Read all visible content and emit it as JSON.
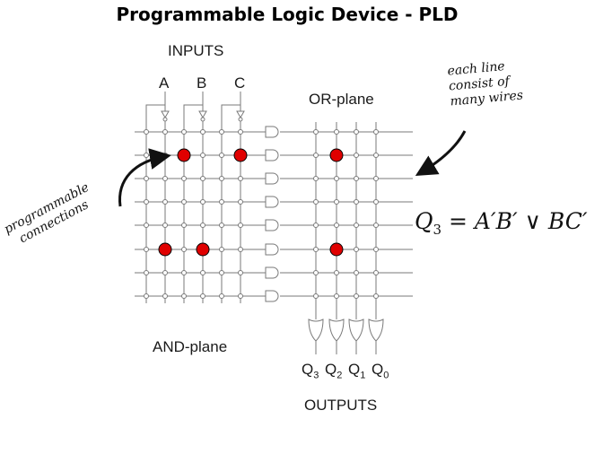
{
  "title": "Programmable Logic Device - PLD",
  "labels": {
    "inputs": "INPUTS",
    "or_plane": "OR-plane",
    "and_plane": "AND-plane",
    "outputs_title": "OUTPUTS"
  },
  "inputs": [
    "A",
    "B",
    "C"
  ],
  "outputs": [
    {
      "letter": "Q",
      "sub": "3"
    },
    {
      "letter": "Q",
      "sub": "2"
    },
    {
      "letter": "Q",
      "sub": "1"
    },
    {
      "letter": "Q",
      "sub": "0"
    }
  ],
  "annotations": {
    "wires_note": [
      "each line",
      "consist of",
      "many wires"
    ],
    "connections_note": [
      "programmable",
      "connections"
    ]
  },
  "formula": {
    "lhs": "Q",
    "lhs_sub": "3",
    "equals": " = ",
    "rhs": "A′B′ ∨ BC′"
  },
  "grid": {
    "and_rows": 8,
    "input_columns": 6,
    "or_columns": 4,
    "connections": [
      {
        "plane": "and",
        "row": 1,
        "col": 2
      },
      {
        "plane": "and",
        "row": 1,
        "col": 5
      },
      {
        "plane": "or",
        "row": 1,
        "col": 1
      },
      {
        "plane": "and",
        "row": 5,
        "col": 1
      },
      {
        "plane": "and",
        "row": 5,
        "col": 3
      },
      {
        "plane": "or",
        "row": 5,
        "col": 1
      }
    ],
    "connection_color": "#e00000",
    "wire_color": "#7a7a7a"
  }
}
